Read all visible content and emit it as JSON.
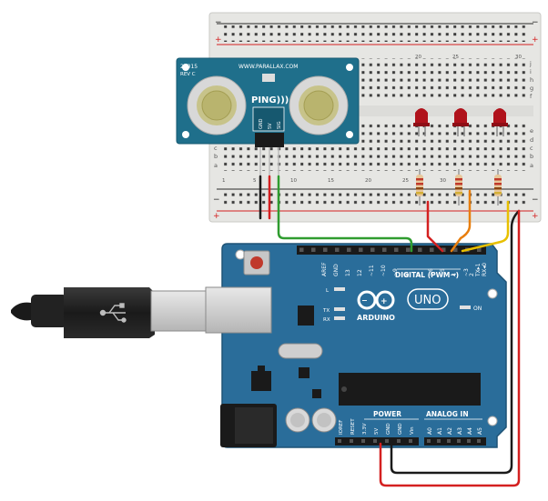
{
  "sensor": {
    "model": "28015",
    "rev": "REV C",
    "url": "WWW.PARALLAX.COM",
    "name": "PING)))",
    "pin_labels": [
      "GND",
      "5V",
      "SIG"
    ]
  },
  "breadboard": {
    "rail_plus": "+",
    "rail_minus": "−",
    "row_letters_top": [
      "j",
      "i",
      "h",
      "g",
      "f"
    ],
    "row_letters_bottom": [
      "e",
      "d",
      "c",
      "b",
      "a"
    ],
    "column_numbers": [
      "1",
      "5",
      "10",
      "15",
      "20",
      "25",
      "30"
    ]
  },
  "arduino": {
    "brand": "ARDUINO",
    "model": "UNO",
    "digital_label": "DIGITAL (PWM~)",
    "power_label": "POWER",
    "analog_label": "ANALOG IN",
    "on_label": "ON",
    "tx_label": "TX",
    "rx_label": "RX",
    "l_label": "L",
    "digital_pins": [
      "AREF",
      "GND",
      "13",
      "12",
      "~11",
      "~10",
      "~9",
      "8",
      "7",
      "~6",
      "~5",
      "4",
      "~3",
      "2",
      "TX▸1",
      "RX◂0"
    ],
    "power_pins": [
      "IOREF",
      "RESET",
      "3.3V",
      "5V",
      "GND",
      "GND",
      "Vin"
    ],
    "analog_pins": [
      "A0",
      "A1",
      "A2",
      "A3",
      "A4",
      "A5"
    ]
  },
  "colors": {
    "board": "#2a6d9a",
    "board_dark": "#1e5376",
    "sensor": "#1f6f8b",
    "breadboard": "#e6e6e3",
    "wire_black": "#1a1a1a",
    "wire_red": "#d42020",
    "wire_green": "#2f9c2f",
    "wire_orange": "#e87e0d",
    "wire_yellow": "#e8c000",
    "led": "#b0121b"
  }
}
